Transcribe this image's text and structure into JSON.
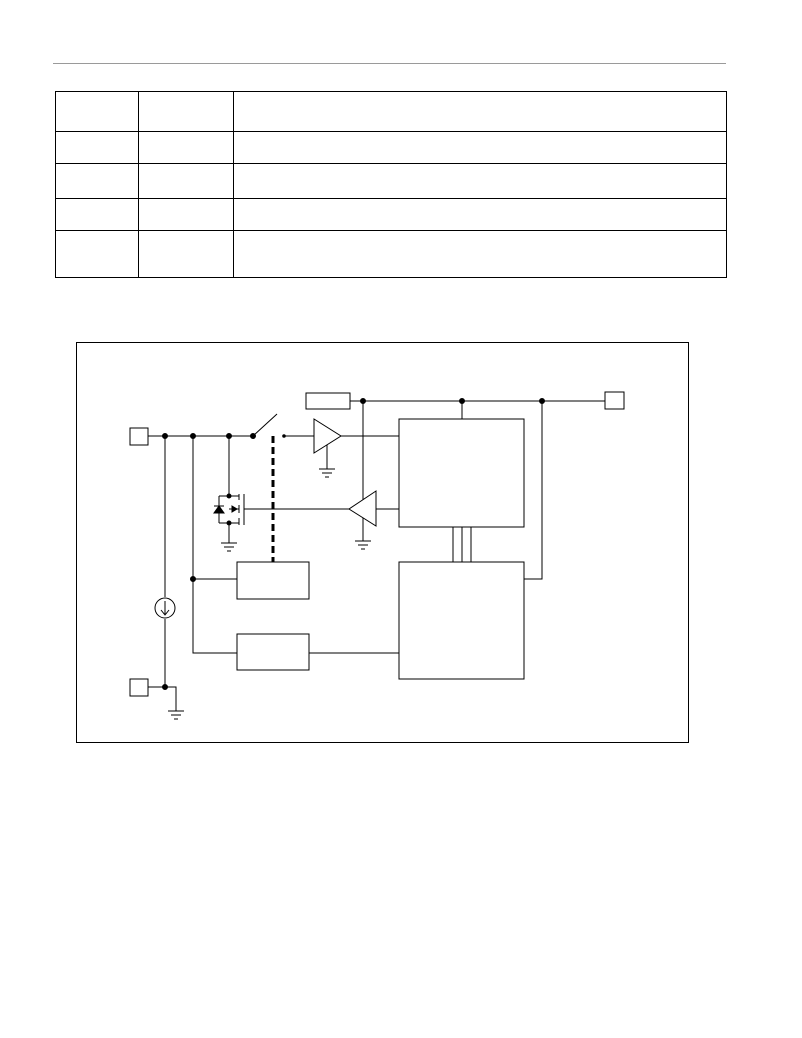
{
  "header": {
    "rule": true
  },
  "pin_table": {
    "rows": [
      {
        "cells": [
          "",
          "",
          ""
        ]
      },
      {
        "cells": [
          "",
          "",
          ""
        ]
      },
      {
        "cells": [
          "",
          "",
          ""
        ]
      },
      {
        "cells": [
          "",
          "",
          ""
        ]
      },
      {
        "cells": [
          "",
          "",
          ""
        ]
      }
    ]
  },
  "diagram": {
    "components": [
      "pin-terminal",
      "pin-terminal",
      "pin-terminal",
      "current-source",
      "switch",
      "mosfet",
      "comparator",
      "driver",
      "block",
      "block",
      "block",
      "block",
      "block",
      "ground"
    ],
    "colors": {
      "line": "#000000",
      "background": "#ffffff"
    }
  }
}
